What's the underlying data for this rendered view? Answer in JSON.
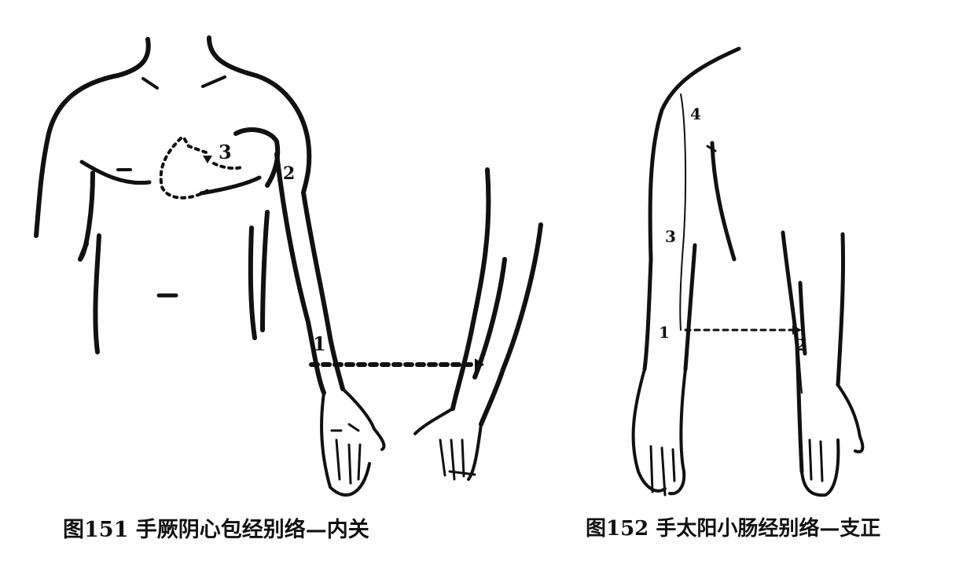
{
  "figures": [
    {
      "caption": "图151 手厥阴心包经别络—内关",
      "markers": [
        "1",
        "2",
        "3"
      ]
    },
    {
      "caption": "图152 手太阳小肠经别络—支正",
      "markers": [
        "1",
        "2",
        "3",
        "4"
      ]
    }
  ],
  "colors": {
    "ink": "#111111",
    "paper": "#ffffff"
  }
}
